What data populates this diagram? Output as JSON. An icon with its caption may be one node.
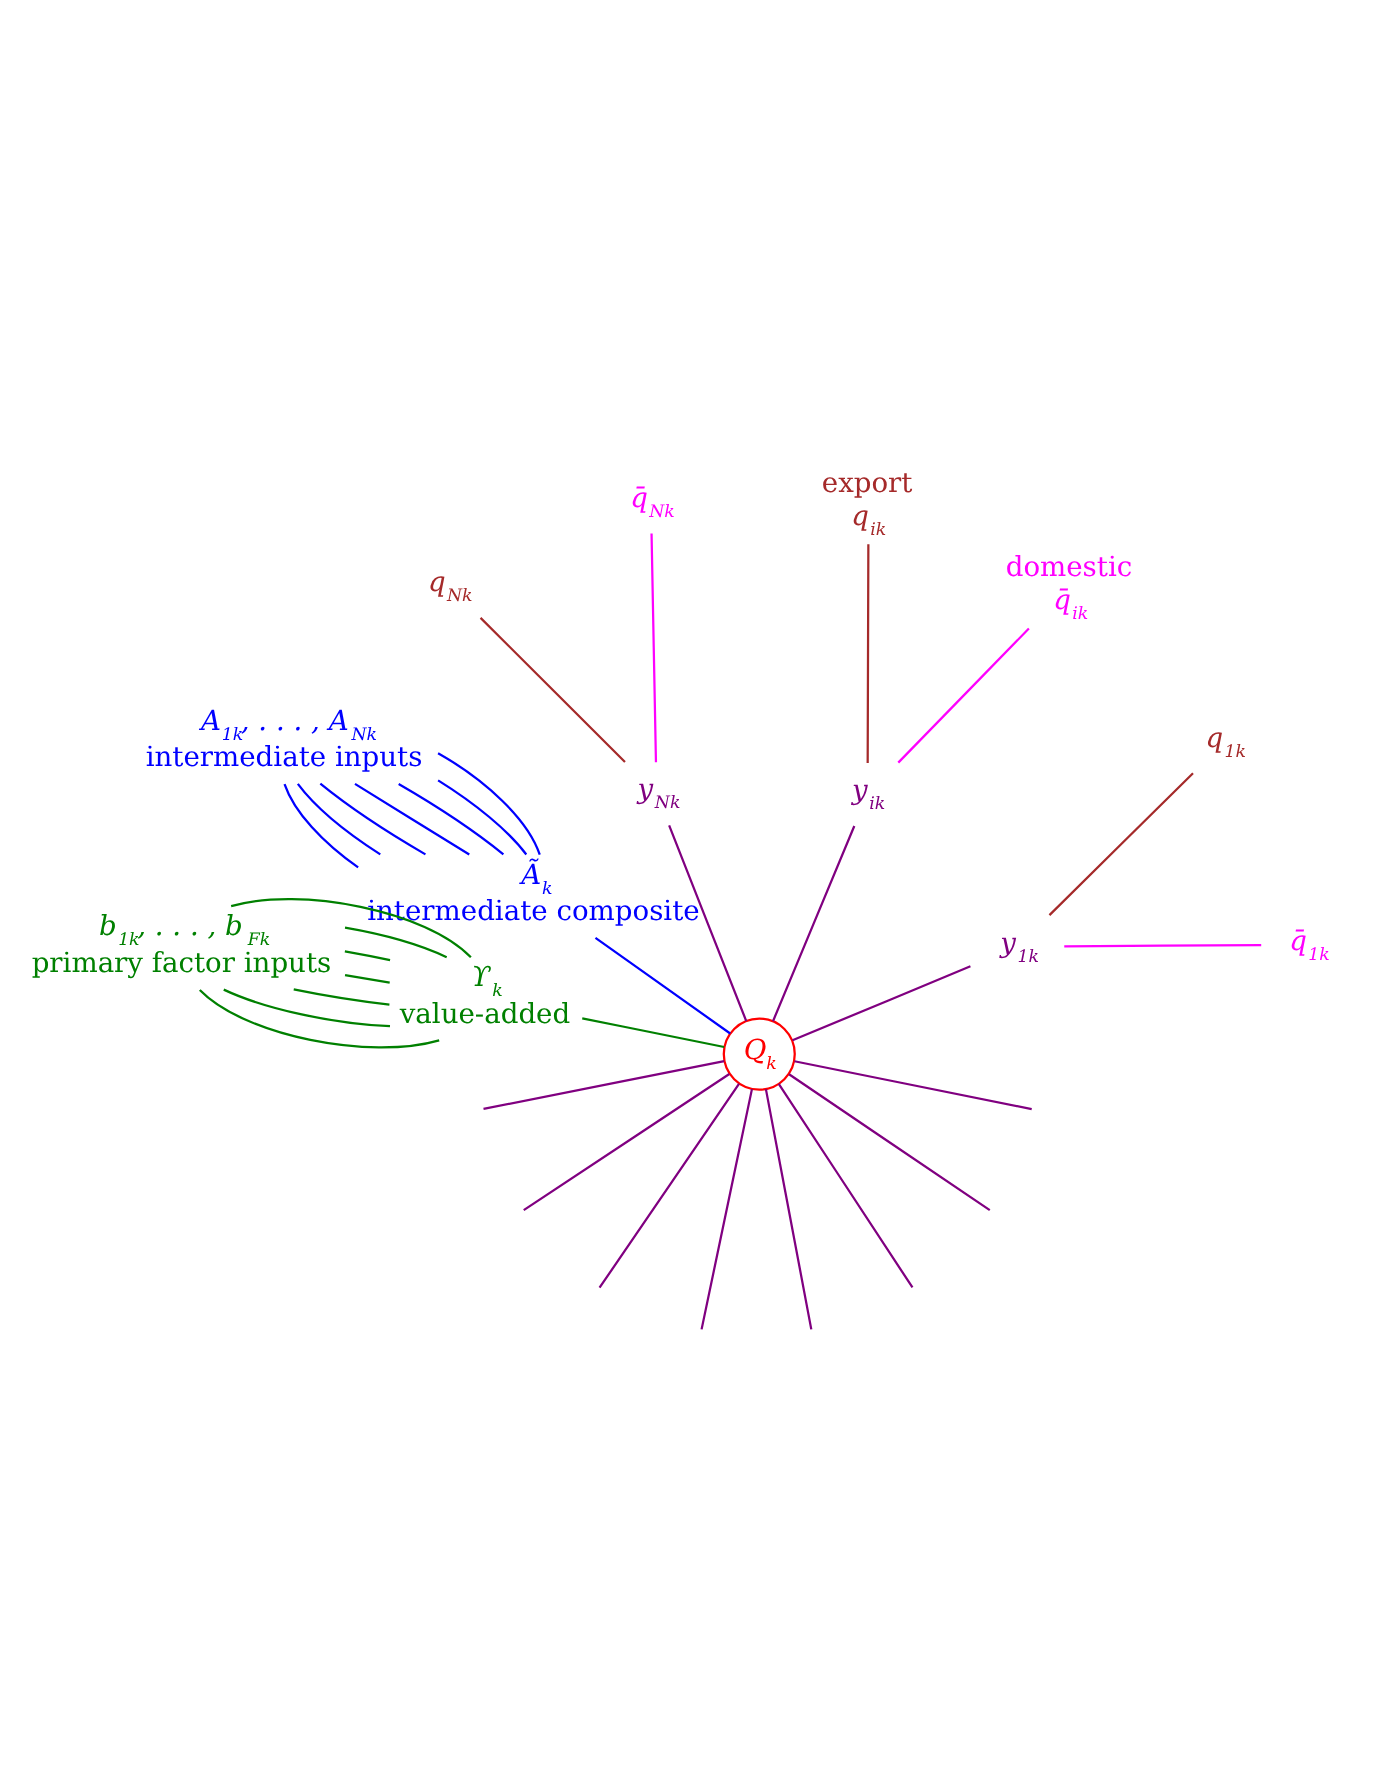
{
  "diagram": {
    "nodes": [
      {
        "text": [
          "Q$_{k}$"
        ]
      },
      {
        "text": [
          "y$_{1k}$"
        ]
      },
      {
        "text": [
          "y$_{ik}$"
        ]
      },
      {
        "text": [
          "y$_{Nk}$"
        ]
      },
      {
        "text": [
          "q̄$_{1k}$"
        ]
      },
      {
        "text": [
          "q$_{1k}$"
        ]
      },
      {
        "text": [
          "q̄$_{ik}$"
        ],
        "beside": [
          "domestic"
        ]
      },
      {
        "text": [
          "q$_{ik}$"
        ],
        "beside": [
          "export"
        ]
      },
      {
        "text": [
          "q̄$_{Nk}$"
        ]
      },
      {
        "text": [
          "q$_{Nk}$"
        ]
      },
      {
        "text": [
          "Ã$_{k}$",
          "intermediate composite"
        ]
      },
      {
        "text": [
          "ϒ$_{k}$",
          "value-added"
        ]
      },
      {
        "text": [
          "A$_{1k}$, . . . , A$_{Nk}$",
          "intermediate inputs"
        ]
      },
      {
        "text": [
          "b$_{1k}$, . . . , b$_{Fk}$",
          "primary factor inputs"
        ]
      }
    ],
    "edges": [
      {
        "from": 0,
        "to": 1,
        "arrow": "none"
      },
      {
        "from": 0,
        "to": null,
        "arrow": "none"
      },
      {
        "from": 0,
        "to": null,
        "arrow": "none"
      },
      {
        "from": 0,
        "to": null,
        "arrow": "none"
      },
      {
        "from": 0,
        "to": null,
        "arrow": "none"
      },
      {
        "from": 0,
        "to": 2,
        "arrow": "none"
      },
      {
        "from": 0,
        "to": null,
        "arrow": "none"
      },
      {
        "from": 0,
        "to": null,
        "arrow": "none"
      },
      {
        "from": 0,
        "to": null,
        "arrow": "none"
      },
      {
        "from": 0,
        "to": null,
        "arrow": "none"
      },
      {
        "from": 0,
        "to": 3,
        "arrow": "none"
      },
      {
        "from": 1,
        "to": 4,
        "arrow": "none",
        "color": "#ff00ff"
      },
      {
        "from": 1,
        "to": 5,
        "arrow": "none",
        "color": "#a52a2a"
      },
      {
        "from": 2,
        "to": 6,
        "arrow": "none",
        "color": "#ff00ff"
      },
      {
        "from": 2,
        "to": 7,
        "arrow": "none",
        "color": "#a52a2a"
      },
      {
        "from": 3,
        "to": 8,
        "arrow": "none",
        "color": "#ff00ff"
      },
      {
        "from": 3,
        "to": 9,
        "arrow": "none",
        "color": "#a52a2a"
      },
      {
        "from": 0,
        "to": 10,
        "arrow": "none",
        "color": "#0000ff"
      },
      {
        "from": 0,
        "to": 11,
        "arrow": "none",
        "color": "#008000"
      },
      {
        "from": 10,
        "to": 12,
        "arrow": "none",
        "color": "#0000ff"
      },
      {
        "from": 10,
        "to": 12,
        "arrow": "none",
        "color": "#0000ff"
      },
      {
        "from": 10,
        "to": 12,
        "arrow": "none",
        "color": "#0000ff"
      },
      {
        "from": 10,
        "to": 12,
        "arrow": "none",
        "color": "#0000ff"
      },
      {
        "from": 10,
        "to": 12,
        "arrow": "none",
        "color": "#0000ff"
      },
      {
        "from": 10,
        "to": 12,
        "arrow": "none",
        "color": "#0000ff"
      },
      {
        "from": 10,
        "to": 12,
        "arrow": "none",
        "color": "#0000ff"
      },
      {
        "from": 11,
        "to": 13,
        "arrow": "none",
        "color": "#008000"
      },
      {
        "from": 11,
        "to": 13,
        "arrow": "none",
        "color": "#008000"
      },
      {
        "from": 11,
        "to": 13,
        "arrow": "none",
        "color": "#008000"
      },
      {
        "from": 11,
        "to": 13,
        "arrow": "none",
        "color": "#008000"
      },
      {
        "from": 11,
        "to": 13,
        "arrow": "none",
        "color": "#008000"
      },
      {
        "from": 11,
        "to": 13,
        "arrow": "none",
        "color": "#008000"
      },
      {
        "from": 11,
        "to": 13,
        "arrow": "none",
        "color": "#008000"
      }
    ]
  }
}
